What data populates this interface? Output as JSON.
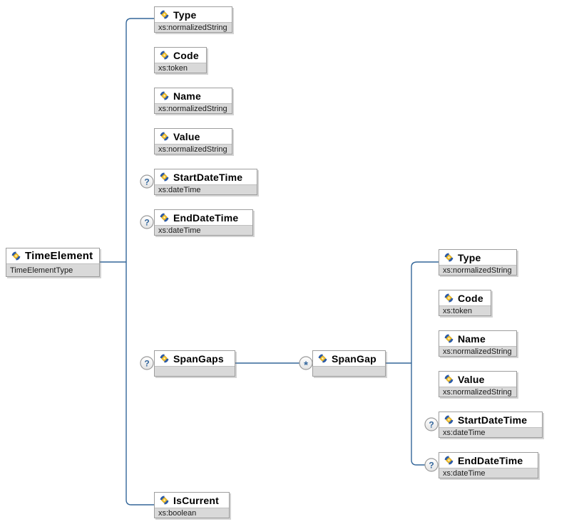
{
  "diagram_type": "xml-schema-element-diagram",
  "colors": {
    "wire": "#336699",
    "box_border": "#9e9e9e",
    "type_strip": "#d9d9d9",
    "icon_blue": "#2b5aa7",
    "icon_yellow": "#f2c22e",
    "indicator_glyph": "#33669c"
  },
  "indicators": {
    "optional": "?",
    "repeat": "*"
  },
  "nodes": [
    {
      "label": "TimeElement",
      "type": "TimeElementType"
    },
    {
      "label": "Type",
      "type": "xs:normalizedString"
    },
    {
      "label": "Code",
      "type": "xs:token"
    },
    {
      "label": "Name",
      "type": "xs:normalizedString"
    },
    {
      "label": "Value",
      "type": "xs:normalizedString"
    },
    {
      "label": "StartDateTime",
      "type": "xs:dateTime"
    },
    {
      "label": "EndDateTime",
      "type": "xs:dateTime"
    },
    {
      "label": "SpanGaps",
      "type": ""
    },
    {
      "label": "SpanGap",
      "type": ""
    },
    {
      "label": "Type",
      "type": "xs:normalizedString"
    },
    {
      "label": "Code",
      "type": "xs:token"
    },
    {
      "label": "Name",
      "type": "xs:normalizedString"
    },
    {
      "label": "Value",
      "type": "xs:normalizedString"
    },
    {
      "label": "StartDateTime",
      "type": "xs:dateTime"
    },
    {
      "label": "EndDateTime",
      "type": "xs:dateTime"
    },
    {
      "label": "IsCurrent",
      "type": "xs:boolean"
    }
  ]
}
